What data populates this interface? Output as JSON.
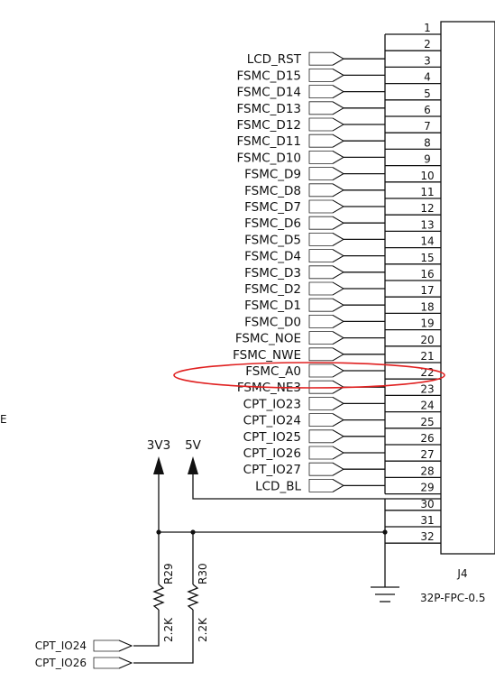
{
  "connector": {
    "ref": "J4",
    "footprint": "32P-FPC-0.5",
    "pins": [
      "1",
      "2",
      "3",
      "4",
      "5",
      "6",
      "7",
      "8",
      "9",
      "10",
      "11",
      "12",
      "13",
      "14",
      "15",
      "16",
      "17",
      "18",
      "19",
      "20",
      "21",
      "22",
      "23",
      "24",
      "25",
      "26",
      "27",
      "28",
      "29",
      "30",
      "31",
      "32"
    ]
  },
  "nets": [
    {
      "pin": 2,
      "label": "LCD_RST"
    },
    {
      "pin": 3,
      "label": "FSMC_D15"
    },
    {
      "pin": 4,
      "label": "FSMC_D14"
    },
    {
      "pin": 5,
      "label": "FSMC_D13"
    },
    {
      "pin": 6,
      "label": "FSMC_D12"
    },
    {
      "pin": 7,
      "label": "FSMC_D11"
    },
    {
      "pin": 8,
      "label": "FSMC_D10"
    },
    {
      "pin": 9,
      "label": "FSMC_D9"
    },
    {
      "pin": 10,
      "label": "FSMC_D8"
    },
    {
      "pin": 11,
      "label": "FSMC_D7"
    },
    {
      "pin": 12,
      "label": "FSMC_D6"
    },
    {
      "pin": 13,
      "label": "FSMC_D5"
    },
    {
      "pin": 14,
      "label": "FSMC_D4"
    },
    {
      "pin": 15,
      "label": "FSMC_D3"
    },
    {
      "pin": 16,
      "label": "FSMC_D2"
    },
    {
      "pin": 17,
      "label": "FSMC_D1"
    },
    {
      "pin": 18,
      "label": "FSMC_D0"
    },
    {
      "pin": 19,
      "label": "FSMC_NOE"
    },
    {
      "pin": 20,
      "label": "FSMC_NWE"
    },
    {
      "pin": 21,
      "label": "FSMC_A0"
    },
    {
      "pin": 22,
      "label": "FSMC_NE3",
      "highlight": true
    },
    {
      "pin": 23,
      "label": "CPT_IO23"
    },
    {
      "pin": 24,
      "label": "CPT_IO24"
    },
    {
      "pin": 25,
      "label": "CPT_IO25"
    },
    {
      "pin": 26,
      "label": "CPT_IO26"
    },
    {
      "pin": 27,
      "label": "CPT_IO27"
    },
    {
      "pin": 28,
      "label": "LCD_BL"
    }
  ],
  "power": {
    "v3v3": "3V3",
    "v5": "5V"
  },
  "resistors": [
    {
      "ref": "R29",
      "value": "2.2K"
    },
    {
      "ref": "R30",
      "value": "2.2K"
    }
  ],
  "bottom_nets": [
    "CPT_IO24",
    "CPT_IO26"
  ],
  "edge_fragment": "E",
  "colors": {
    "ink": "#111111",
    "highlight": "#e02020"
  }
}
